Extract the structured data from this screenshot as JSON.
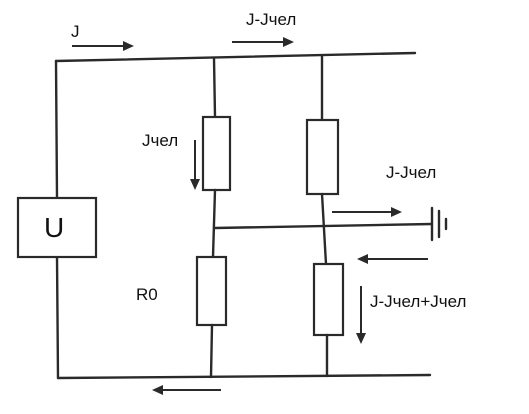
{
  "source": {
    "label": "U"
  },
  "resistors": {
    "r0_label": "R0"
  },
  "currents": {
    "top_left": "J",
    "top_right": "J-Jчел",
    "body": "Jчел",
    "ground_branch": "J-Jчел",
    "lower_right": "J-Jчел+Jчел"
  },
  "colors": {
    "line": "#2a2a2a",
    "background": "#ffffff"
  },
  "icons": [
    "ground-icon",
    "arrow-right-icon",
    "arrow-left-icon",
    "arrow-down-icon"
  ]
}
